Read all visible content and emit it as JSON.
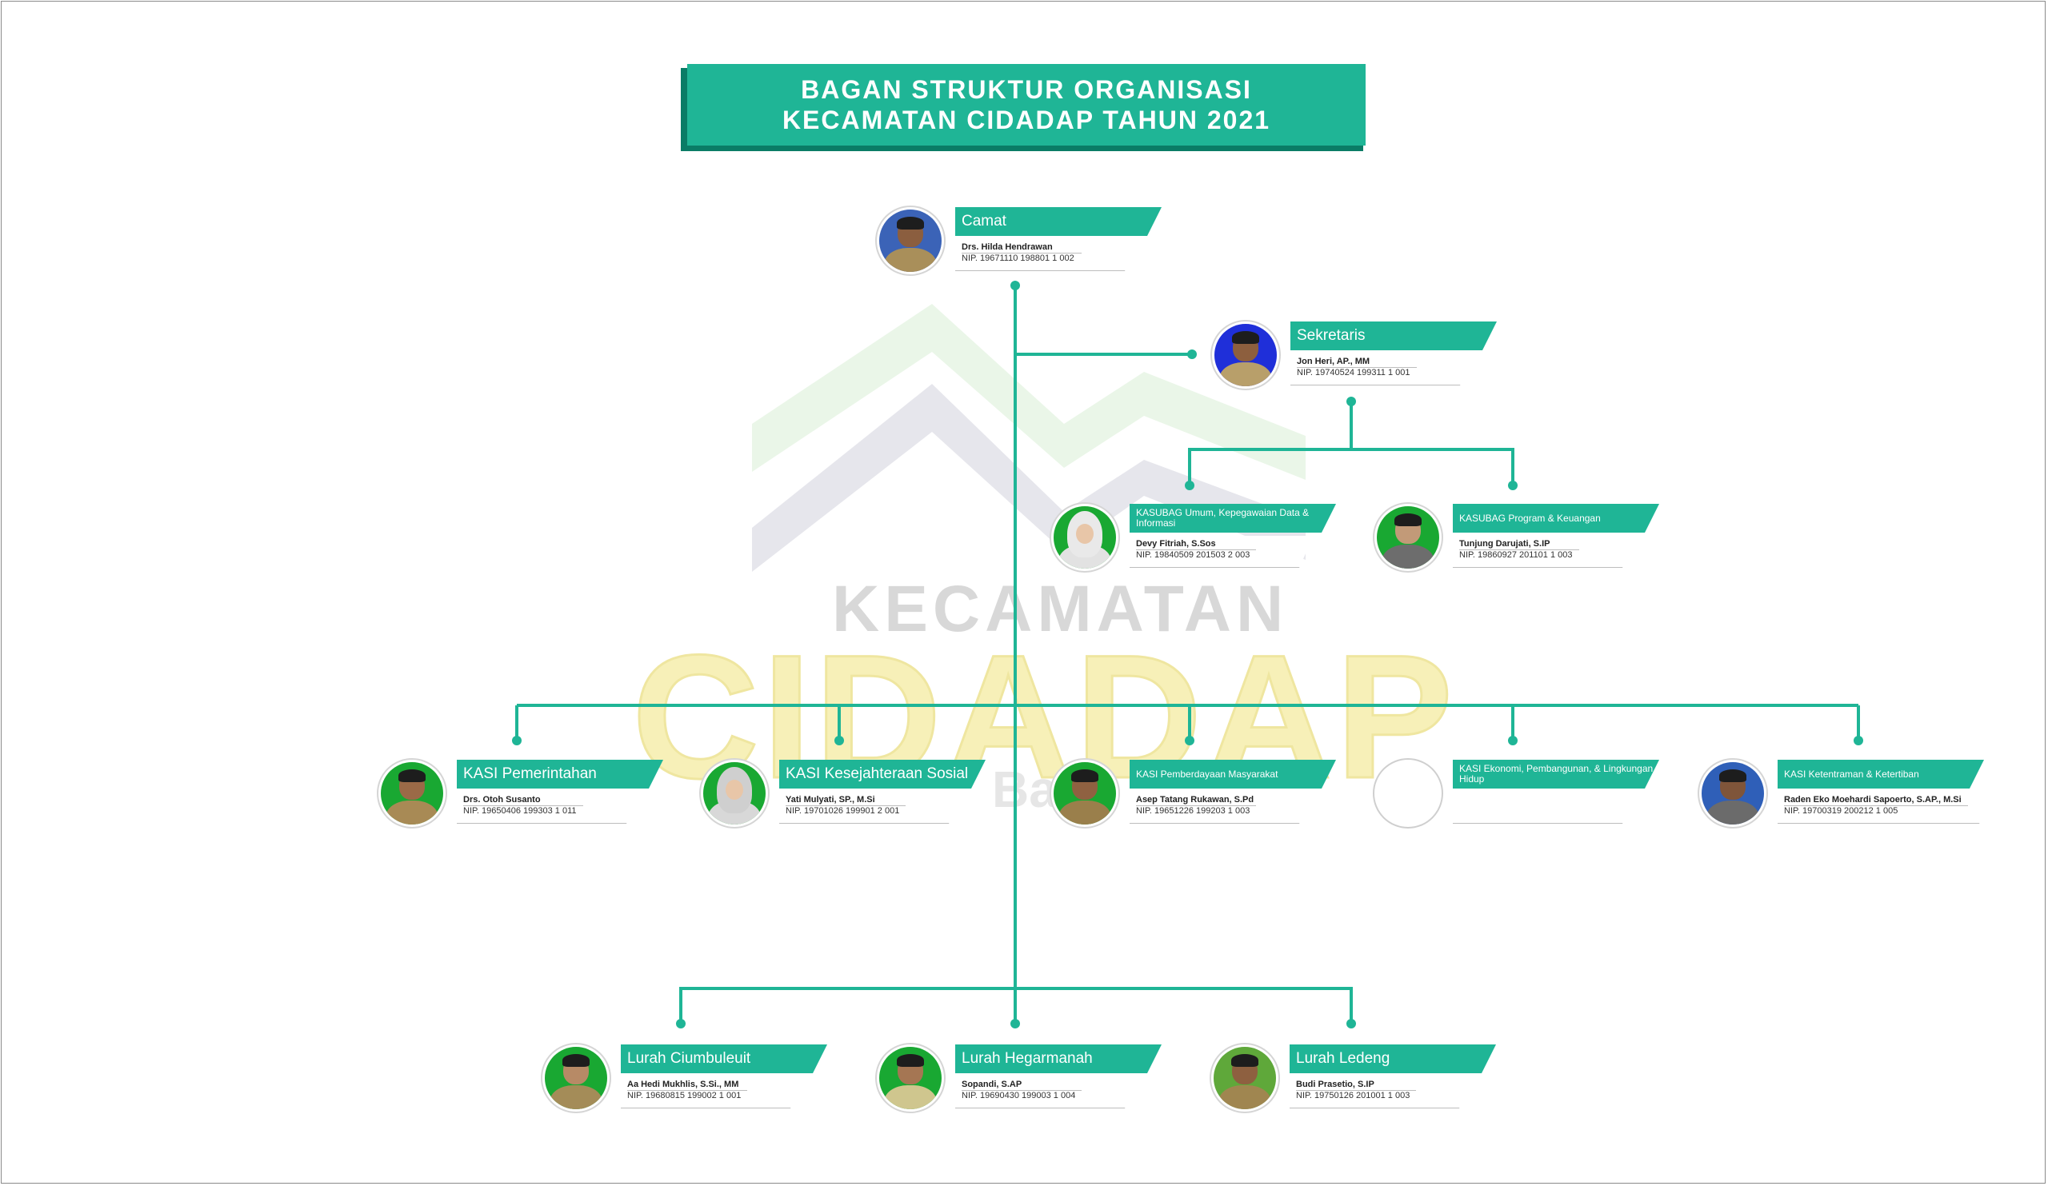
{
  "title": {
    "line1": "BAGAN STRUKTUR ORGANISASI",
    "line2": "KECAMATAN CIDADAP TAHUN 2021"
  },
  "watermark": {
    "line1": "KECAMATAN",
    "line2": "CIDADAP",
    "line3": "Ba"
  },
  "colors": {
    "accent": "#1fb596",
    "accent_dark": "#0a7c66",
    "watermark_yellow": "#f7f0b8"
  },
  "camat": {
    "role": "Camat",
    "name": "Drs. Hilda Hendrawan",
    "nip": "NIP. 19671110 198801 1 002"
  },
  "sekretaris": {
    "role": "Sekretaris",
    "name": "Jon Heri, AP., MM",
    "nip": "NIP. 19740524 199311 1 001"
  },
  "kasubag": [
    {
      "role": "KASUBAG Umum, Kepegawaian Data & Informasi",
      "name": "Devy Fitriah, S.Sos",
      "nip": "NIP. 19840509 201503 2 003"
    },
    {
      "role": "KASUBAG Program & Keuangan",
      "name": "Tunjung Darujati, S.IP",
      "nip": "NIP. 19860927 201101 1 003"
    }
  ],
  "kasi": [
    {
      "role": "KASI Pemerintahan",
      "name": "Drs. Otoh Susanto",
      "nip": "NIP. 19650406 199303 1 011"
    },
    {
      "role": "KASI Kesejahteraan Sosial",
      "name": "Yati Mulyati, SP., M.Si",
      "nip": "NIP. 19701026 199901 2 001"
    },
    {
      "role": "KASI Pemberdayaan Masyarakat",
      "name": "Asep Tatang Rukawan, S.Pd",
      "nip": "NIP. 19651226 199203 1 003"
    },
    {
      "role": "KASI Ekonomi, Pembangunan, & Lingkungan Hidup",
      "name": "",
      "nip": ""
    },
    {
      "role": "KASI Ketentraman & Ketertiban",
      "name": "Raden Eko Moehardi Sapoerto, S.AP., M.Si",
      "nip": "NIP. 19700319 200212 1 005"
    }
  ],
  "lurah": [
    {
      "role": "Lurah Ciumbuleuit",
      "name": "Aa Hedi Mukhlis, S.Si., MM",
      "nip": "NIP. 19680815 199002 1 001"
    },
    {
      "role": "Lurah Hegarmanah",
      "name": "Sopandi, S.AP",
      "nip": "NIP. 19690430 199003 1 004"
    },
    {
      "role": "Lurah Ledeng",
      "name": "Budi Prasetio, S.IP",
      "nip": "NIP. 19750126 201001 1 003"
    }
  ]
}
